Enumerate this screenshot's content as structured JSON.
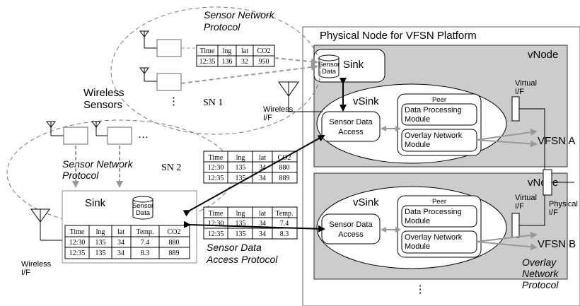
{
  "platform": {
    "title": "Physical Node for VFSN Platform",
    "vnode_label": "vNode",
    "vsink_label": "vSink",
    "peer_label": "Peer",
    "data_processing_module": [
      "Data Processing",
      "Module"
    ],
    "overlay_network_module": [
      "Overlay Network",
      "Module"
    ],
    "sensor_data_access": [
      "Sensor Data",
      "Access"
    ],
    "sink_label": "Sink",
    "sensor_data_db": [
      "Sensor",
      "Data"
    ],
    "virtual_if": [
      "Virtual",
      "I/F"
    ],
    "physical_if": [
      "Physical",
      "I/F"
    ],
    "wireless_if": [
      "Wireless",
      "I/F"
    ],
    "vfsn_a": "VFSN A",
    "vfsn_b": "VFSN B",
    "overlay_protocol": [
      "Overlay",
      "Network",
      "Protocol"
    ],
    "ellipsis": "⋮"
  },
  "sn1": {
    "label": "SN 1",
    "protocol": [
      "Sensor Network",
      "Protocol"
    ],
    "ellipsis": "⋮",
    "table": {
      "headers": [
        "Time",
        "lng",
        "lat",
        "CO2"
      ],
      "rows": [
        [
          "12:35",
          "136",
          "32",
          "950"
        ]
      ]
    }
  },
  "sn2": {
    "label": "SN 2",
    "wireless_sensors": [
      "Wireless",
      "Sensors"
    ],
    "protocol": [
      "Sensor Network",
      "Protocol"
    ],
    "dots": "…",
    "sink_label": "Sink",
    "sensor_data_db": [
      "Sensor",
      "Data"
    ],
    "wireless_if": [
      "Wireless",
      "I/F"
    ],
    "sink_table": {
      "headers": [
        "Time",
        "lng",
        "lat",
        "Temp.",
        "CO2"
      ],
      "rows": [
        [
          "12:30",
          "135",
          "34",
          "7.4",
          "880"
        ],
        [
          "12:35",
          "135",
          "34",
          "8.3",
          "889"
        ]
      ]
    }
  },
  "access": {
    "protocol": [
      "Sensor Data",
      "Access Protocol"
    ],
    "co2_table": {
      "headers": [
        "Time",
        "lng",
        "lat",
        "CO2"
      ],
      "rows": [
        [
          "12:30",
          "135",
          "34",
          "880"
        ],
        [
          "12:35",
          "135",
          "34",
          "889"
        ]
      ]
    },
    "temp_table": {
      "headers": [
        "Time",
        "lng",
        "lat",
        "Temp."
      ],
      "rows": [
        [
          "12:30",
          "135",
          "34",
          "7.4"
        ],
        [
          "12:35",
          "135",
          "34",
          "8.3"
        ]
      ]
    }
  }
}
